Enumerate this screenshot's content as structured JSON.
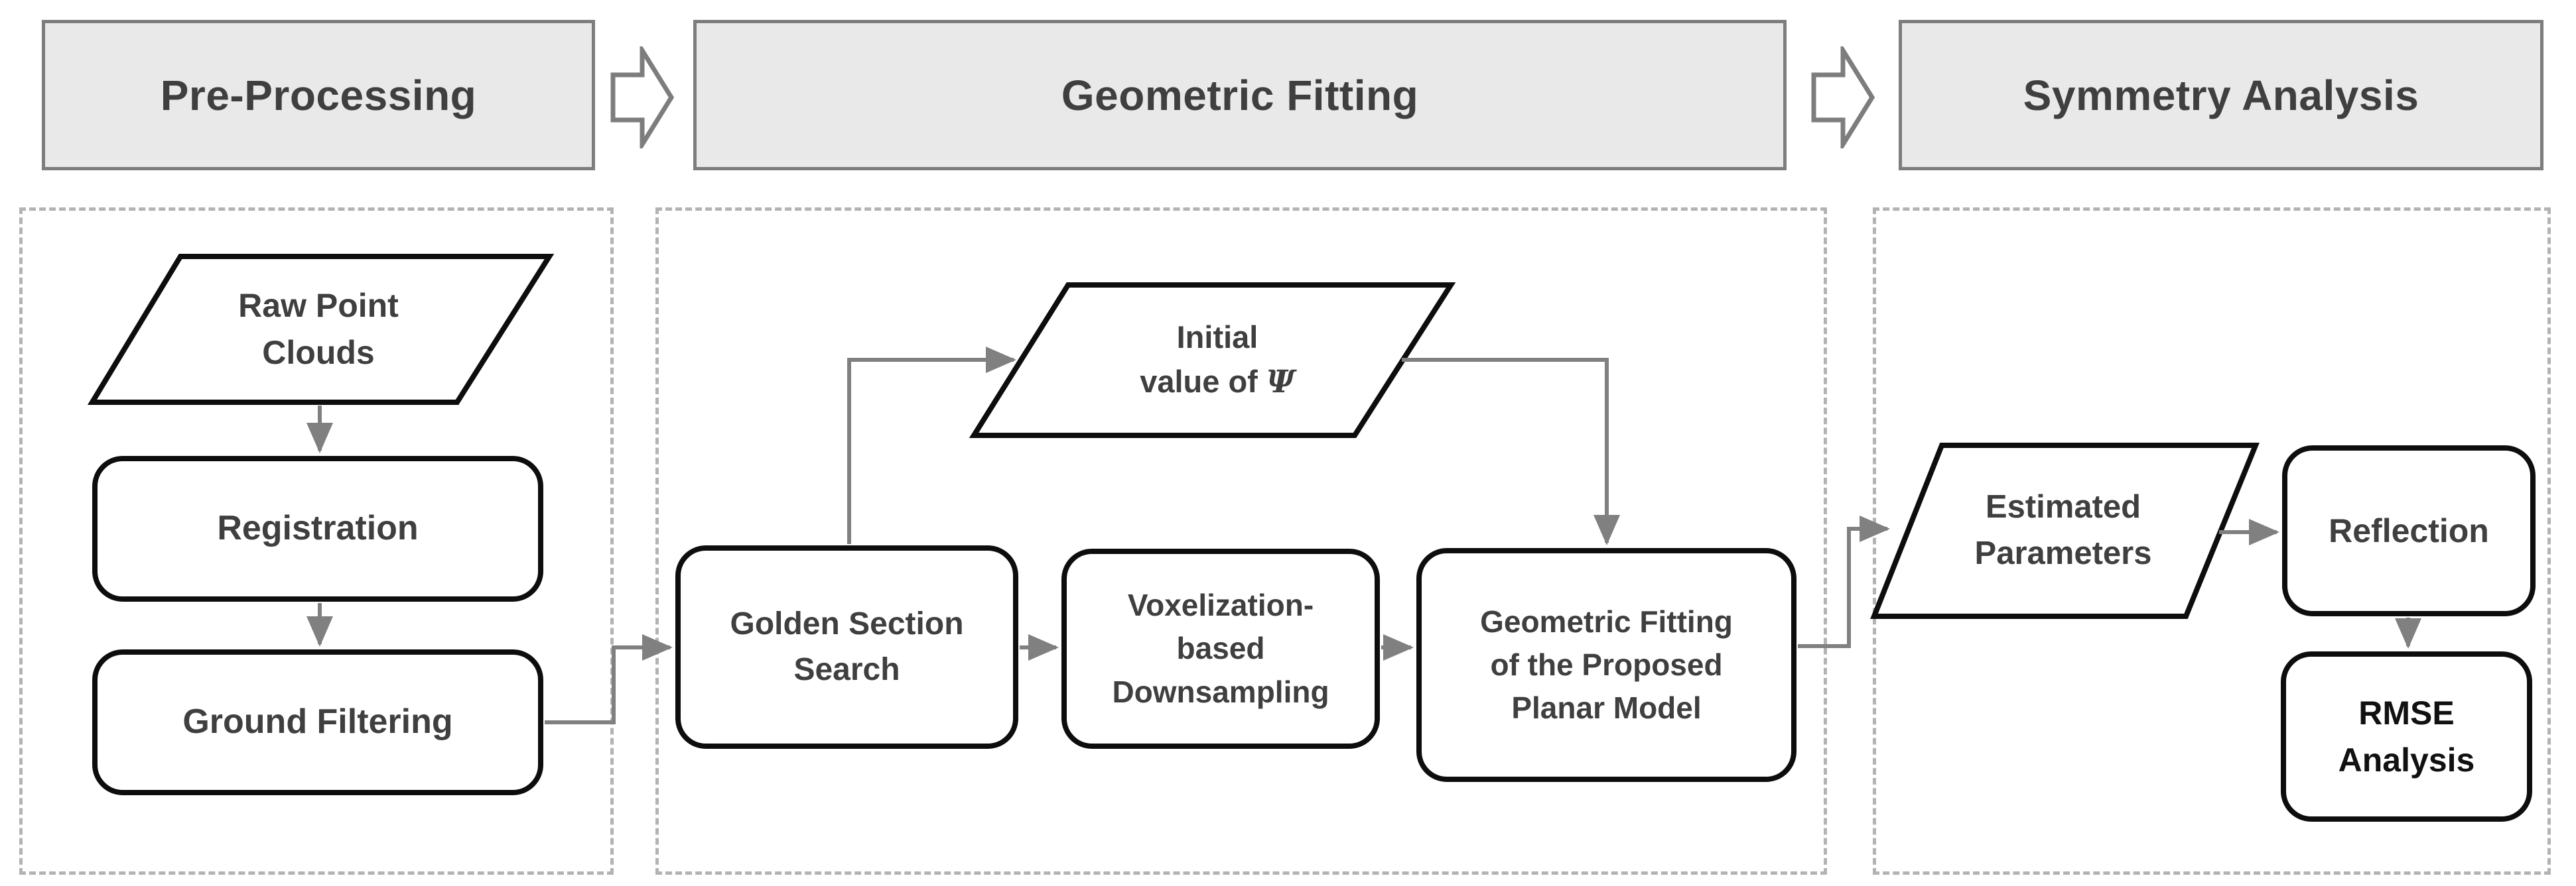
{
  "headers": [
    {
      "label": "Pre-Processing"
    },
    {
      "label": "Geometric Fitting"
    },
    {
      "label": "Symmetry Analysis"
    }
  ],
  "nodes": {
    "raw": {
      "lines": [
        "Raw Point",
        "Clouds"
      ]
    },
    "registration": {
      "label": "Registration"
    },
    "ground": {
      "label": "Ground Filtering"
    },
    "gss": {
      "lines": [
        "Golden Section",
        "Search"
      ]
    },
    "vox": {
      "lines": [
        "Voxelization-",
        "based",
        "Downsampling"
      ]
    },
    "geo": {
      "lines": [
        "Geometric Fitting",
        "of the Proposed",
        "Planar Model"
      ]
    },
    "initial": {
      "line1": "Initial",
      "line2_prefix": "value of ",
      "psi": "Ψ"
    },
    "estimated": {
      "lines": [
        "Estimated",
        "Parameters"
      ]
    },
    "reflection": {
      "label": "Reflection"
    },
    "rmse": {
      "lines": [
        "RMSE",
        "Analysis"
      ]
    }
  },
  "colors": {
    "header_fill": "#e9e9e9",
    "header_border": "#7d7d7d",
    "shape_border": "#0d0d0d",
    "node_text": "#3f3f3f",
    "rmse_text": "#111111",
    "connector": "#808080",
    "panel_dash": "#b3b3b3"
  }
}
